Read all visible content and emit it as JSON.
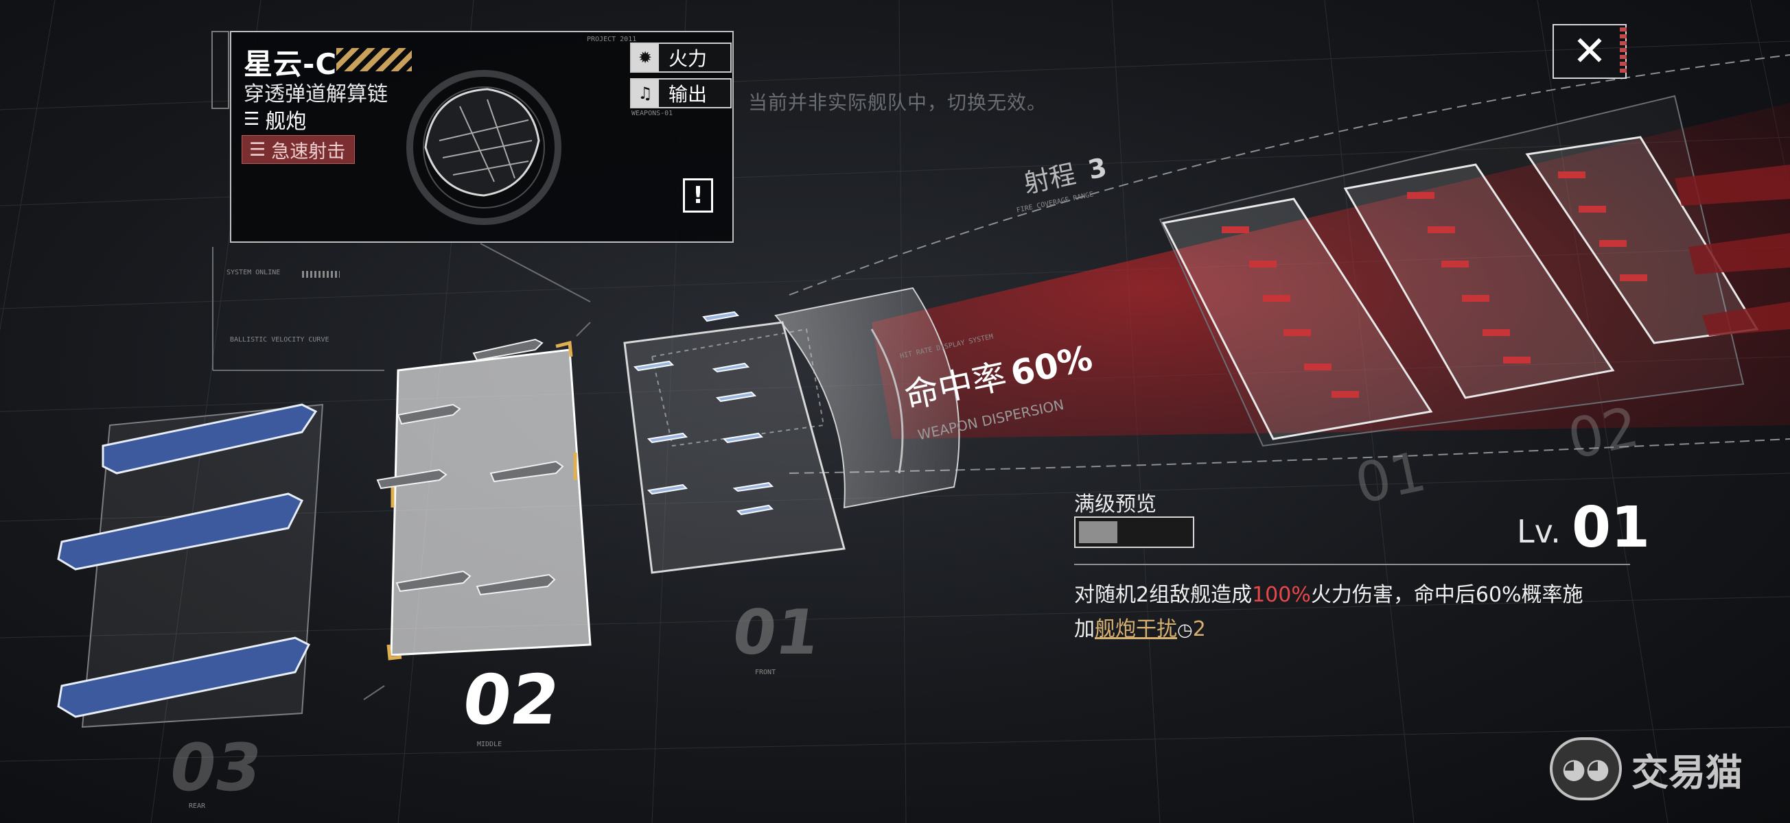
{
  "weapon_card": {
    "name": "星云-C",
    "subtitle": "穿透弹道解算链",
    "type_label": "舰炮",
    "skill_tag": "急速射击",
    "stat_buttons": [
      {
        "icon": "fire-icon",
        "label": "火力"
      },
      {
        "icon": "guitar-icon",
        "label": "输出"
      }
    ],
    "info_button": "!",
    "tiny_text": {
      "project": "PROJECT 2011",
      "weapons": "WEAPONS-01",
      "system": "SYSTEM ONLINE",
      "velocity": "BALLISTIC VELOCITY CURVE"
    }
  },
  "notice": "当前并非实际舰队中，切换无效。",
  "close_button": "✕",
  "range": {
    "label": "射程",
    "value": "3",
    "sub": "FIRE COVERAGE RANGE"
  },
  "hit_rate": {
    "label": "命中率",
    "value": "60%",
    "sub": "WEAPON DISPERSION",
    "small": "HIT RATE DISPLAY SYSTEM"
  },
  "formation_rows": [
    {
      "label": "03",
      "sub": "REAR"
    },
    {
      "label": "02",
      "sub": "MIDDLE"
    },
    {
      "label": "01",
      "sub": "FRONT"
    }
  ],
  "enemy_rows": [
    "01",
    "02"
  ],
  "preview": {
    "label": "满级预览",
    "progress": 0.35,
    "level_label": "Lv.",
    "level_value": "01"
  },
  "description": {
    "p1": "对随机2组敌舰造成",
    "pct": "100%",
    "p2": "火力伤害，命中后60%概率施",
    "p3": "加",
    "status": "舰炮干扰",
    "turns": "2"
  },
  "watermark": {
    "text": "交易猫",
    "icon": "cat-icon"
  },
  "colors": {
    "accent_gold": "#d7b070",
    "danger_red": "#e8484a",
    "ally_blue": "#3d5a9e",
    "enemy_red": "#8a1f22"
  }
}
